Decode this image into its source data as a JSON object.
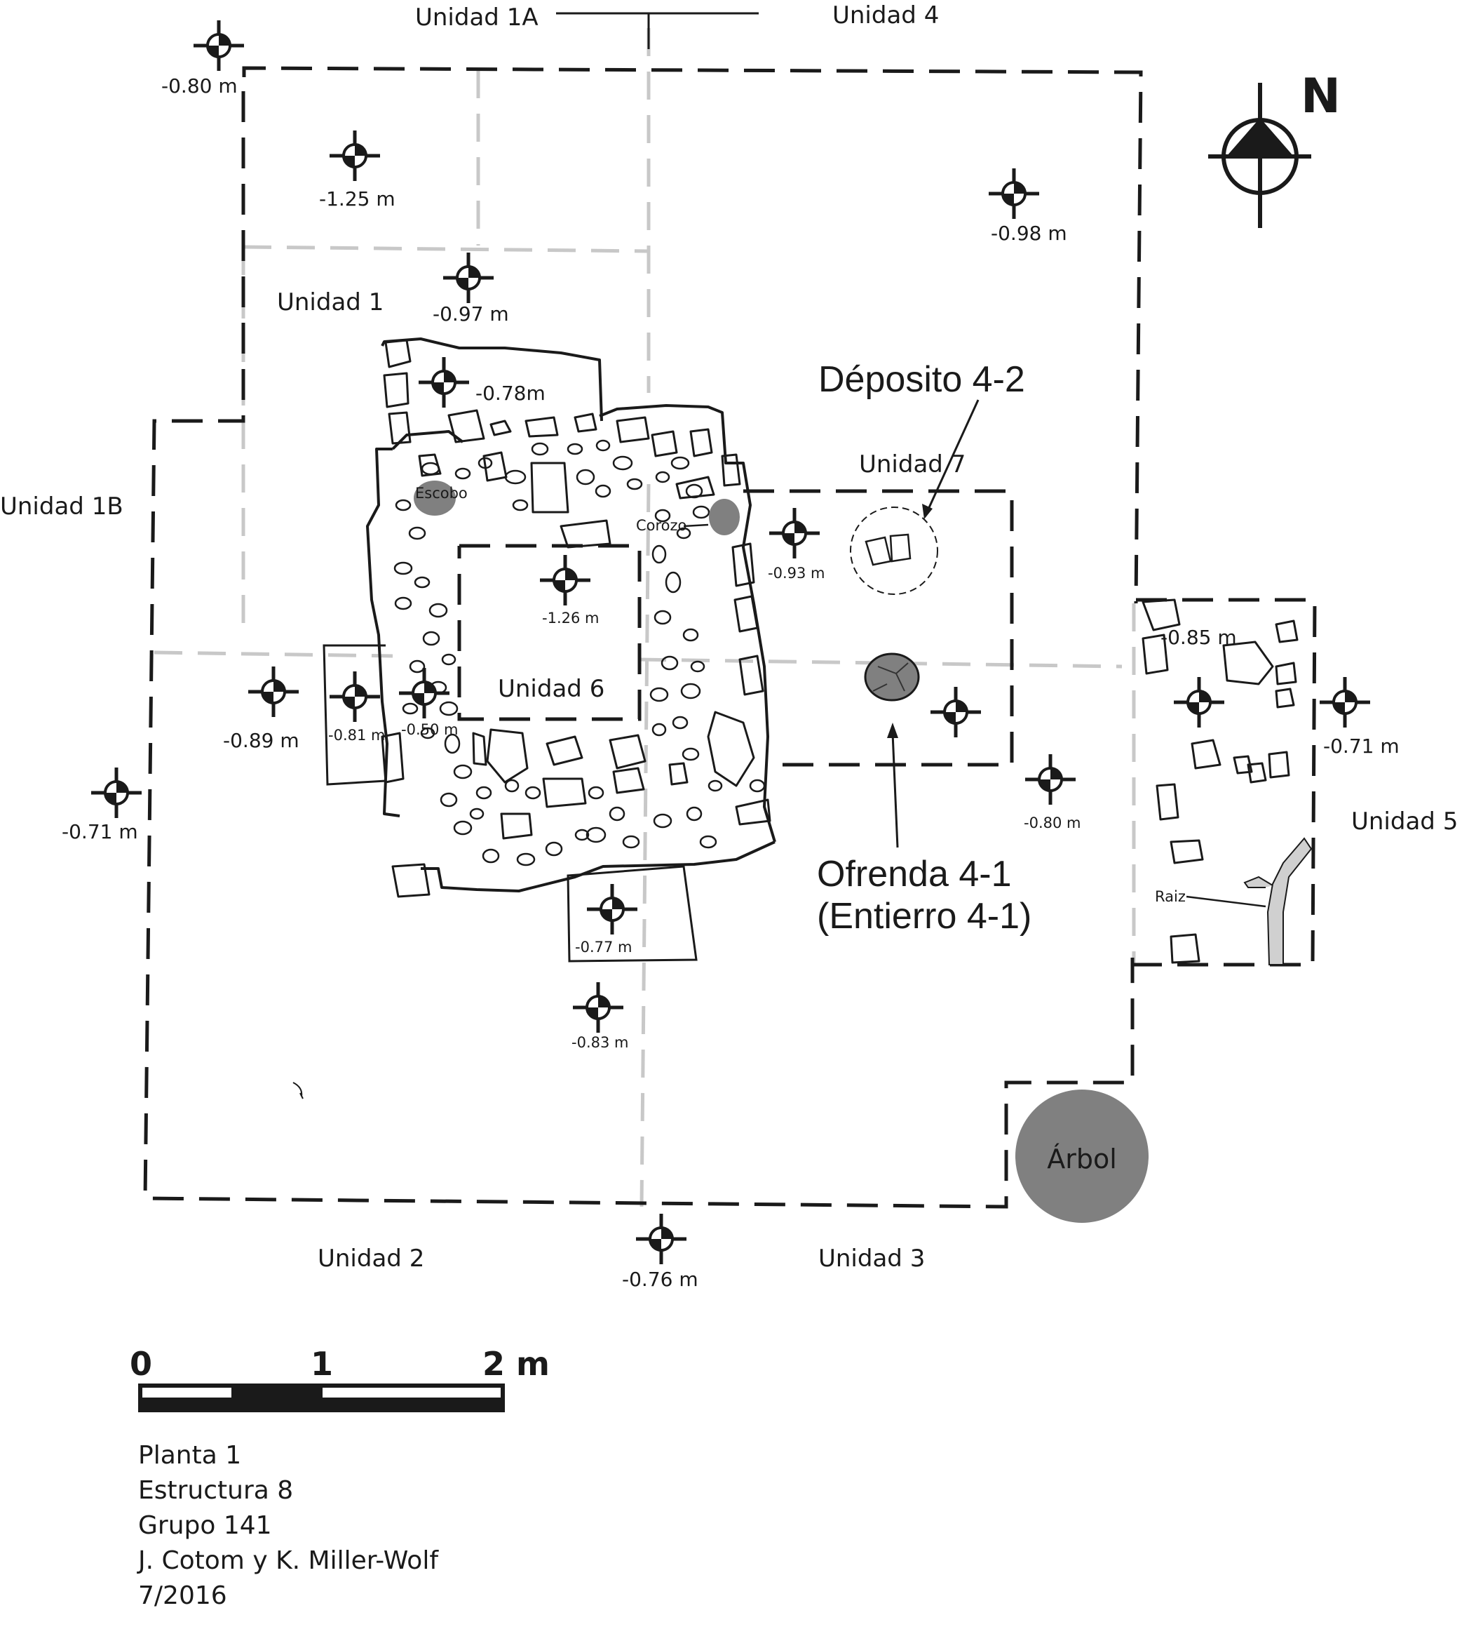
{
  "units": {
    "u1a": "Unidad 1A",
    "u4": "Unidad 4",
    "u1": "Unidad 1",
    "u1b": "Unidad 1B",
    "u7": "Unidad 7",
    "u6": "Unidad 6",
    "u5": "Unidad 5",
    "u2": "Unidad 2",
    "u3": "Unidad 3"
  },
  "datums": {
    "d1": "-0.80 m",
    "d2": "-1.25 m",
    "d3": "-0.98 m",
    "d4": "-0.97 m",
    "d5": "-0.78m",
    "d6": "-0.93 m",
    "d7": "-1.26 m",
    "d8": "-0.85 m",
    "d9": "-0.71 m",
    "d10": "-0.89 m",
    "d11": "-0.81 m",
    "d12": "-0.50 m",
    "d13": "-0.71 m",
    "d14": "-0.80 m",
    "d15": "-0.77 m",
    "d16": "-0.83 m",
    "d17": "-0.76 m"
  },
  "features": {
    "deposito": "Déposito 4-2",
    "ofrenda_1": "Ofrenda 4-1",
    "ofrenda_2": "(Entierro 4-1)",
    "escobo": "Escobo",
    "corozo": "Corozo",
    "raiz": "Raiz",
    "arbol": "Árbol"
  },
  "north": "N",
  "scale": {
    "t0": "0",
    "t1": "1",
    "t2": "2 m"
  },
  "credits": {
    "line1": "Planta 1",
    "line2": "Estructura 8",
    "line3": "Grupo 141",
    "line4": "J. Cotom y K. Miller-Wolf",
    "line5": "7/2016"
  },
  "colors": {
    "ink": "#1a1a1a",
    "grid": "#c8c8c8",
    "fill": "#808080"
  }
}
